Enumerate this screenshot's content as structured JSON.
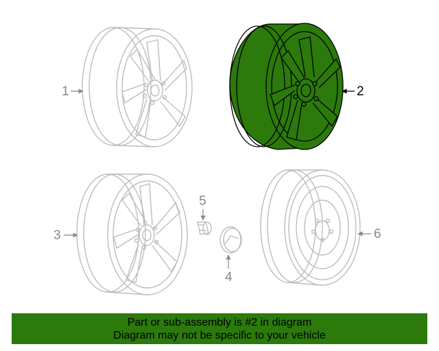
{
  "diagram": {
    "highlight_color": "#2b7a0b",
    "line_color": "#bdbdbd",
    "parts": [
      {
        "callout": "1",
        "highlighted": false
      },
      {
        "callout": "2",
        "highlighted": true
      },
      {
        "callout": "3",
        "highlighted": false
      },
      {
        "callout": "4",
        "highlighted": false
      },
      {
        "callout": "5",
        "highlighted": false
      },
      {
        "callout": "6",
        "highlighted": false
      }
    ]
  },
  "banner": {
    "line1": "Part or sub-assembly is #2 in diagram",
    "line2": "Diagram may not be specific to your vehicle",
    "background": "#2b7a0b"
  }
}
